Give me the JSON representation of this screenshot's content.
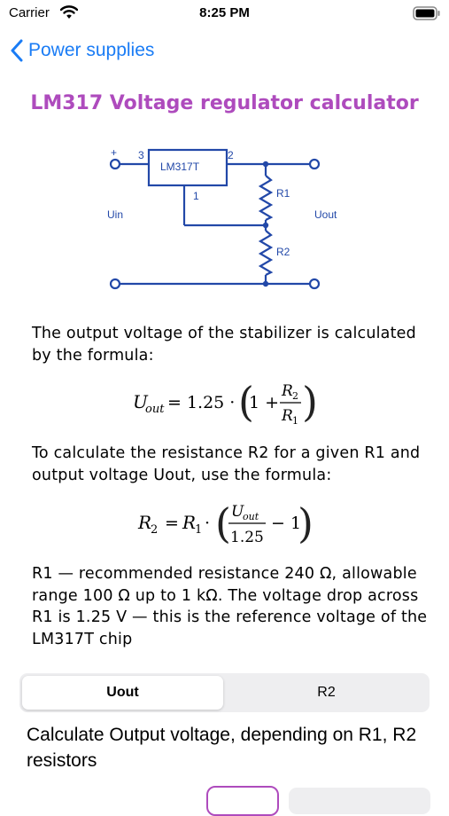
{
  "status_bar": {
    "carrier": "Carrier",
    "time": "8:25 PM"
  },
  "nav": {
    "back_label": "Power supplies"
  },
  "title": "LM317 Voltage regulator calculator",
  "circuit": {
    "chip": "LM317T",
    "pin_in": "3",
    "pin_out": "2",
    "pin_adj": "1",
    "plus": "+",
    "r1": "R1",
    "r2": "R2",
    "uin": "Uin",
    "uout": "Uout"
  },
  "text": {
    "intro": "The output voltage of the stabilizer is calculated by the formula:",
    "r2_intro": "To calculate the resistance R2 for a given R1 and output voltage Uout, use the formula:",
    "note": "R1 — recommended resistance 240 Ω, allowable range 100 Ω up to 1 kΩ. The voltage drop across R1 is 1.25 V — this is the reference voltage of the LM317T chip"
  },
  "formula1": {
    "lhs": "U",
    "lhs_sub": "out",
    "eq": "= 1.25 ·",
    "one_plus": "1 +",
    "num": "R",
    "num_sub": "2",
    "den": "R",
    "den_sub": "1"
  },
  "formula2": {
    "lhs": "R",
    "lhs_sub": "2",
    "eq": "=",
    "r1": "R",
    "r1_sub": "1",
    "dot": "·",
    "num": "U",
    "num_sub": "out",
    "den": "1.25",
    "minus": "− 1"
  },
  "segments": {
    "active": "Uout",
    "inactive": "R2"
  },
  "calc_description": "Calculate Output voltage, depending on R1, R2 resistors",
  "colors": {
    "accent": "#ae4bbd",
    "link": "#1a7cf5",
    "circuit": "#2248a8"
  }
}
